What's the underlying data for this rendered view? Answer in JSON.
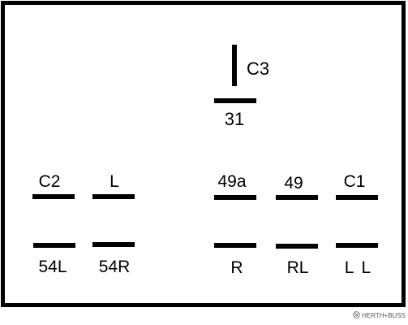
{
  "pins": [
    {
      "id": "c3",
      "label": "C3"
    },
    {
      "id": "31",
      "label": "31"
    },
    {
      "id": "c2",
      "label": "C2"
    },
    {
      "id": "l",
      "label": "L"
    },
    {
      "id": "49a",
      "label": "49a"
    },
    {
      "id": "49",
      "label": "49"
    },
    {
      "id": "c1",
      "label": "C1"
    },
    {
      "id": "54l",
      "label": "54L"
    },
    {
      "id": "54r",
      "label": "54R"
    },
    {
      "id": "r",
      "label": "R"
    },
    {
      "id": "rl",
      "label": "RL"
    },
    {
      "id": "ll",
      "label": "L L"
    }
  ],
  "watermark": {
    "text": "HERTH+BUSS",
    "icon": "herth-buss-logo-icon"
  },
  "colors": {
    "line": "#000000",
    "background": "#ffffff",
    "watermark": "#555555"
  }
}
